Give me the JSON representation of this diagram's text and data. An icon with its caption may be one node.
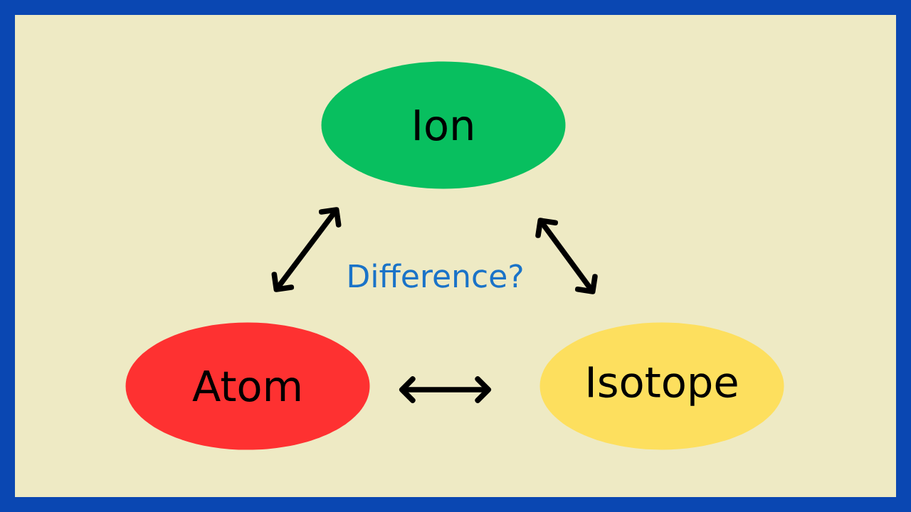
{
  "diagram": {
    "nodes": [
      {
        "text": [
          "Ion"
        ]
      },
      {
        "text": [
          "Atom"
        ]
      },
      {
        "text": [
          "Isotope"
        ]
      }
    ],
    "edges": [
      {
        "from": 0,
        "to": 1,
        "arrow": "both"
      },
      {
        "from": 0,
        "to": 2,
        "arrow": "both"
      },
      {
        "from": 1,
        "to": 2,
        "arrow": "both"
      }
    ],
    "labels": [
      "Difference?"
    ]
  }
}
